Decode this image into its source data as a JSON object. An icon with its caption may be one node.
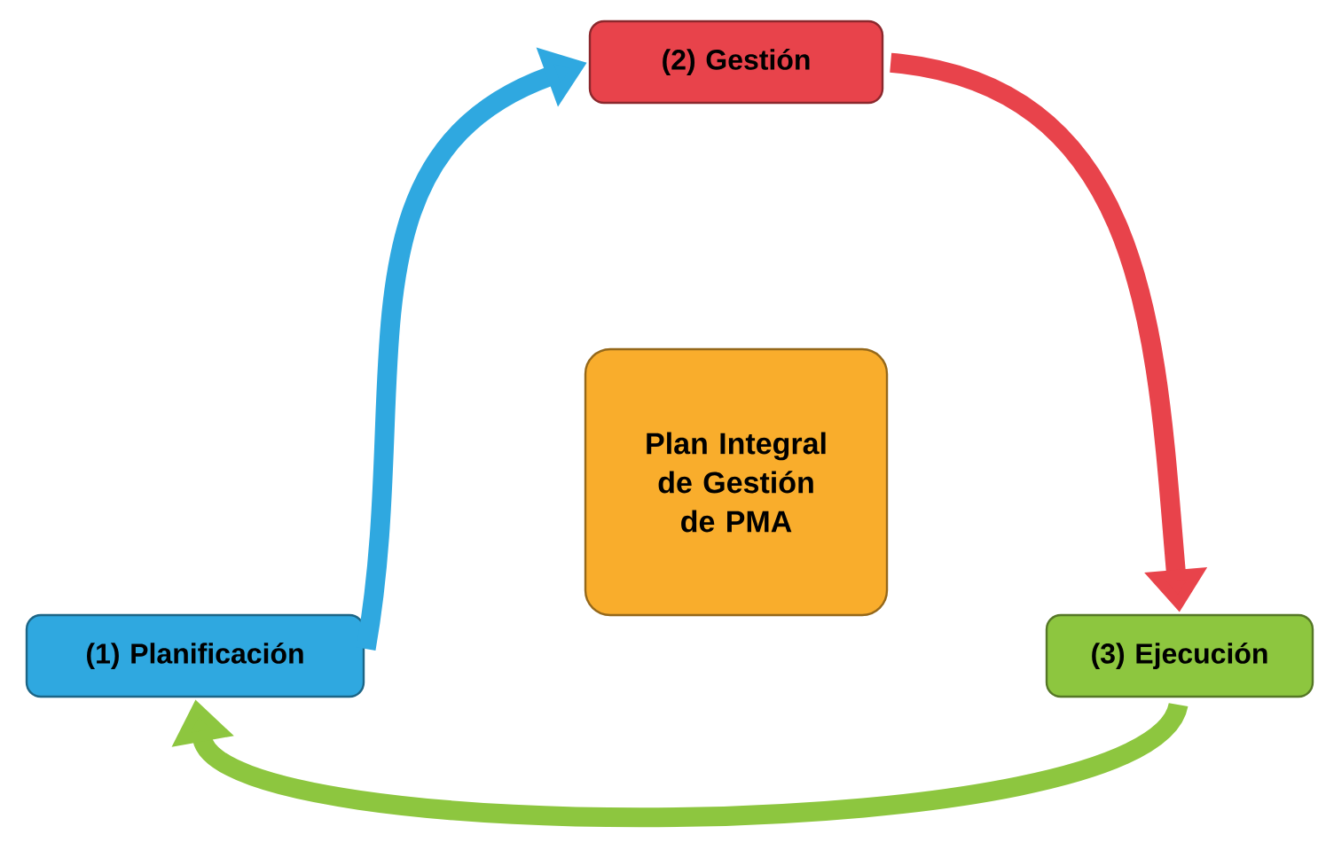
{
  "diagram": {
    "nodes": [
      {
        "text": [
          "(2) Gestión"
        ]
      },
      {
        "text": [
          "Plan Integral de Gestión de PMA"
        ]
      },
      {
        "text": [
          "(3) Ejecución"
        ]
      },
      {
        "text": [
          "(1) Planificación"
        ]
      }
    ],
    "edges": [
      {
        "from": 3,
        "to": 0,
        "arrow": "to",
        "color": "#2fa8e0"
      },
      {
        "from": 0,
        "to": 2,
        "arrow": "to",
        "color": "#e8434b"
      },
      {
        "from": 2,
        "to": 3,
        "arrow": "to",
        "color": "#8dc63f"
      }
    ]
  }
}
